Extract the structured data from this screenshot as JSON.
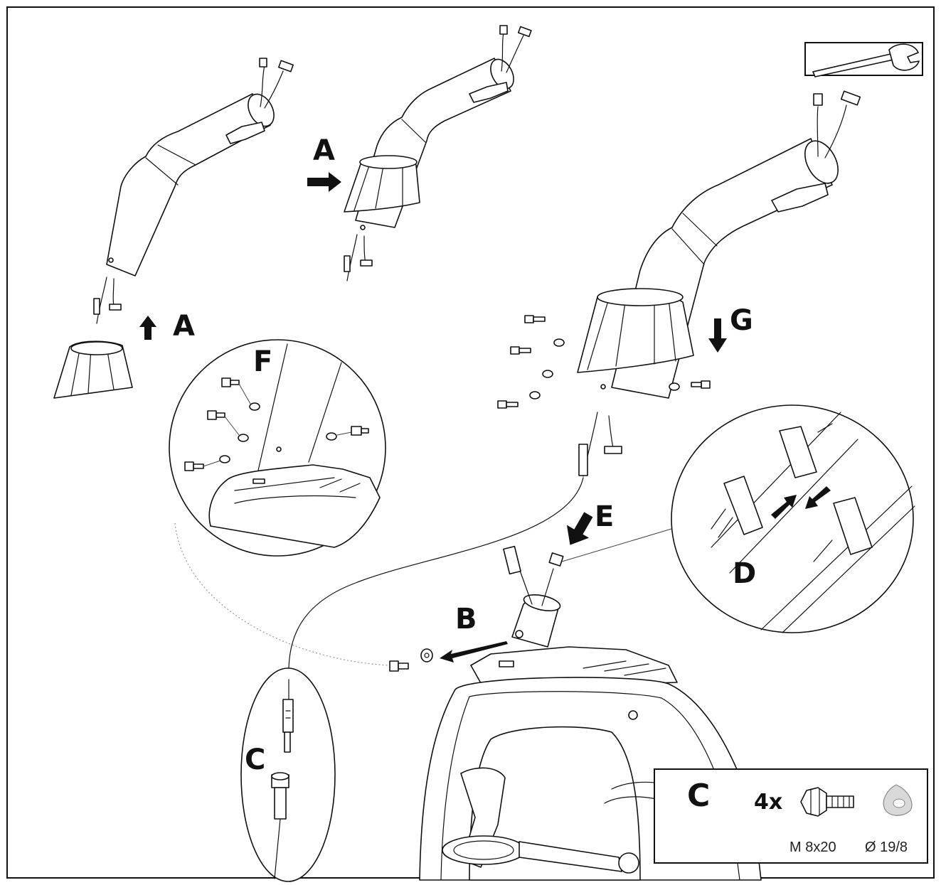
{
  "steps": {
    "a_left": "A",
    "a_top": "A",
    "b": "B",
    "c_detail": "C",
    "d": "D",
    "e": "E",
    "f": "F",
    "g": "G"
  },
  "parts_box": {
    "label": "C",
    "quantity": "4x",
    "bolt_spec": "M 8x20",
    "washer_spec": "Ø 19/8"
  },
  "icons": {
    "tool": "wrench-icon",
    "bolt": "hex-bolt-icon",
    "washer": "washer-icon"
  }
}
